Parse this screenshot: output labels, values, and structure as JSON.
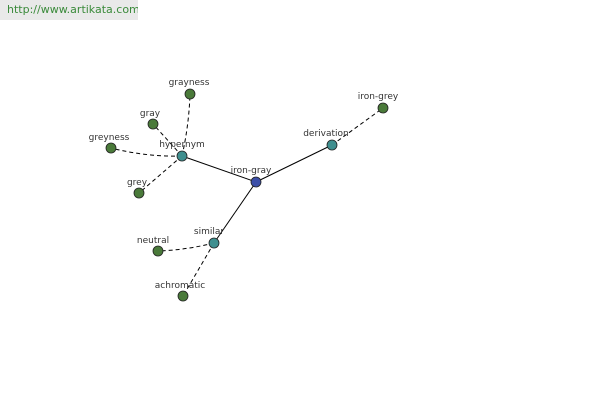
{
  "header": {
    "url": "http://www.artikata.com"
  },
  "colors": {
    "root_node": "#3c4fa8",
    "relation_node": "#3f8f8f",
    "word_node": "#4a7a3a",
    "url_text": "#3a8a3a"
  },
  "graph": {
    "root": "iron-gray",
    "relations": [
      {
        "id": "hypernym",
        "label": "hypernym",
        "words": [
          "grayness",
          "gray",
          "greyness",
          "grey"
        ]
      },
      {
        "id": "derivation",
        "label": "derivation",
        "words": [
          "iron-grey"
        ]
      },
      {
        "id": "similar",
        "label": "similar",
        "words": [
          "neutral",
          "achromatic"
        ]
      }
    ]
  }
}
